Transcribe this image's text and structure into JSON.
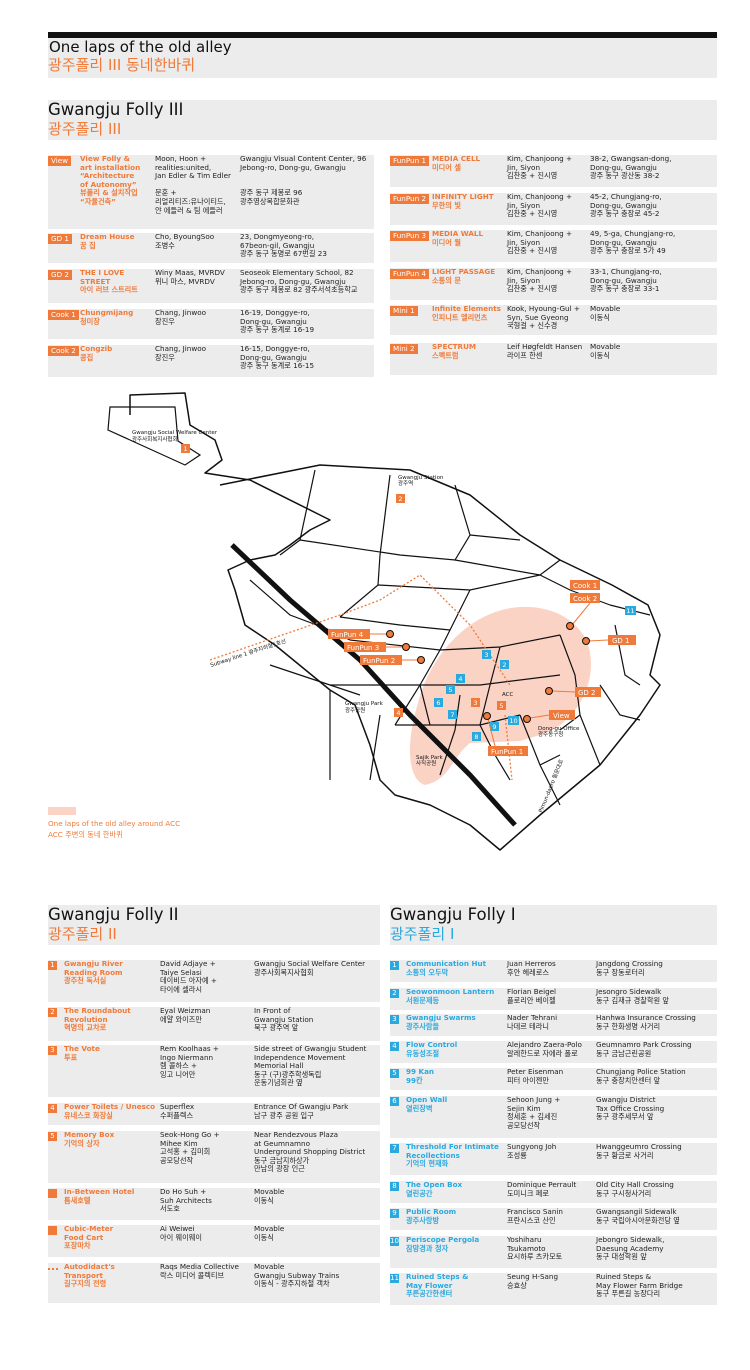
{
  "header": {
    "title_en": "One laps of the old alley",
    "title_ko": "광주폴리 III 동네한바퀴"
  },
  "folly3": {
    "title_en": "Gwangju Folly III",
    "title_ko": "광주폴리 III",
    "left": [
      {
        "tag": "View",
        "title": "View Folly &\nart installation\n“Architecture\nof Autonomy”\n뷰폴리 & 설치작업\n“자율건축”",
        "people": "Moon, Hoon +\nrealities:united,\nJan Edler & Tim Edler\n\n문훈 +\n리얼리티즈:유나이티드,\n얀 에들러 & 팀 에들러",
        "place": "Gwangju Visual Content Center, 96\nJebong-ro, Dong-gu, Gwangju\n\n\n광주 동구 제봉로 96\n광주영상복합문화관"
      },
      {
        "tag": "GD 1",
        "title": "Dream House\n꿈 집",
        "people": "Cho, ByoungSoo\n조병수",
        "place": "23, Dongmyeong-ro,\n67beon-gil, Gwangju\n광주 동구 동명로 67번길 23"
      },
      {
        "tag": "GD 2",
        "title": "THE I LOVE STREET\n아이 러브 스트리트",
        "people": "Winy Maas, MVRDV\n위니 마스, MVRDV",
        "place": "Seoseok Elementary School, 82\nJebong-ro, Dong-gu, Gwangju\n광주 동구 제봉로 82 광주서석초등학교"
      },
      {
        "tag": "Cook 1",
        "title": "Chungmijang\n청미장",
        "people": "Chang, Jinwoo\n장진우",
        "place": "16-19, Donggye-ro,\nDong-gu, Gwangju\n광주 동구 동계로 16-19"
      },
      {
        "tag": "Cook 2",
        "title": "Congzib\n콩집",
        "people": "Chang, Jinwoo\n장진우",
        "place": "16-15, Donggye-ro,\nDong-gu, Gwangju\n광주 동구 동계로 16-15"
      }
    ],
    "right": [
      {
        "tag": "FunPun 1",
        "title": "MEDIA CELL\n미디어 셀",
        "people": "Kim, Chanjoong +\nJin, Siyon\n김찬중 + 진시영",
        "place": "38-2, Gwangsan-dong,\nDong-gu, Gwangju\n광주 동구 광산동 38-2"
      },
      {
        "tag": "FunPun 2",
        "title": "INFINITY LIGHT\n무한의 빛",
        "people": "Kim, Chanjoong +\nJin, Siyon\n김찬중 + 진시영",
        "place": "45-2, Chungjang-ro,\nDong-gu, Gwangju\n광주 동구 충장로 45-2"
      },
      {
        "tag": "FunPun 3",
        "title": "MEDIA WALL\n미디어 월",
        "people": "Kim, Chanjoong +\nJin, Siyon\n김찬중 + 진시영",
        "place": "49, 5-ga, Chungjang-ro,\nDong-gu, Gwangju\n광주 동구 충장로 5가 49"
      },
      {
        "tag": "FunPun 4",
        "title": "LIGHT PASSAGE\n소통의 문",
        "people": "Kim, Chanjoong +\nJin, Siyon\n김찬중 + 진시영",
        "place": "33-1, Chungjang-ro,\nDong-gu, Gwangju\n광주 동구 충장로 33-1"
      },
      {
        "tag": "Mini 1",
        "title": "Infinite Elements\n인피니트 엘리먼츠",
        "people": "Kook, Hyoung-Gul +\nSyn, Sue Gyeong\n국형걸 + 신수경",
        "place": "Movable\n이동식"
      },
      {
        "tag": "Mini 2",
        "title": "SPECTRUM\n스펙트럼",
        "people": "Leif Høgfeldt Hansen\n라이프 한센",
        "place": "Movable\n이동식"
      }
    ]
  },
  "map": {
    "labels": {
      "social_en": "Gwangju Social Welfare Center",
      "social_ko": "광주사회복지사협회",
      "station_en": "Gwangju Station",
      "station_ko": "광주역",
      "subway": "Subway line 1 광주지하철1호선",
      "park_en": "Gwangju Park",
      "park_ko": "광주공원",
      "sajik_en": "Sajik Park",
      "sajik_ko": "사직공원",
      "acc": "ACC",
      "dongu_en": "Dong-gu Office",
      "dongu_ko": "광주동구청",
      "pimun": "Pimun-daero 필문대로",
      "legend_en": "One laps of the old alley around ACC",
      "legend_ko": "ACC 주변의 동네 한바퀴"
    },
    "callouts": [
      "Cook 1",
      "Cook 2",
      "GD 1",
      "GD 2",
      "View",
      "FunPun 1",
      "FunPun 2",
      "FunPun 3",
      "FunPun 4"
    ],
    "numbers": {
      "orange": [
        "1",
        "2",
        "3",
        "4",
        "5"
      ],
      "blue": [
        "1",
        "2",
        "3",
        "4",
        "5",
        "6",
        "7",
        "8",
        "9",
        "10",
        "11"
      ]
    }
  },
  "folly2": {
    "title_en": "Gwangju Folly II",
    "title_ko": "광주폴리 II",
    "items": [
      {
        "mark": "1",
        "title": "Gwangju River\nReading Room\n광주천 독서실",
        "people": "David Adjaye +\nTaiye Selasi\n데이비드 아자예 +\n타이에 셀라시",
        "place": "Gwangju Social Welfare Center\n광주사회복지사협회"
      },
      {
        "mark": "2",
        "title": "The Roundabout\nRevolution\n혁명의 교차로",
        "people": "Eyal Weizman\n에얄 와이즈만",
        "place": "In Front of\nGwangju Station\n북구 광주역 앞"
      },
      {
        "mark": "3",
        "title": "The Vote\n투표",
        "people": "Rem Koolhaas +\nIngo Niermann\n렘 콜하스 +\n잉고 니어만",
        "place": "Side street of Gwangju Student\nIndependence Movement\nMemorial Hall\n동구 (구)광주학생독립\n운동기념회관 옆"
      },
      {
        "mark": "4",
        "title": "Power Toilets / Unesco\n유네스코 화장실",
        "people": "Superflex\n수퍼플렉스",
        "place": "Entrance Of Gwangju Park\n남구 광주 공원 입구"
      },
      {
        "mark": "5",
        "title": "Memory Box\n기억의 상자",
        "people": "Seok-Hong Go +\nMihee Kim\n고석홍 + 김미희\n공모당선작",
        "place": "Near Rendezvous Plaza\nat Geumnamno\nUnderground Shopping District\n동구 금남지하상가\n만남의 광장 인근"
      },
      {
        "mark": "sq",
        "title": "In-Between Hotel\n틈새호텔",
        "people": "Do Ho Suh +\nSuh Architects\n서도호",
        "place": "Movable\n이동식"
      },
      {
        "mark": "sq",
        "title": "Cubic-Meter\nFood Cart\n포장마차",
        "people": "Ai Weiwei\n아이 웨이웨이",
        "place": "Movable\n이동식"
      },
      {
        "mark": "dots",
        "title": "Autodidact's\nTransport\n길구지의 전령",
        "people": "Raqs Media Collective\n락스 미디어 콜렉티브",
        "place": "Movable\nGwangju Subway Trains\n이동식 - 광주지하철 객차"
      }
    ]
  },
  "folly1": {
    "title_en": "Gwangju Folly I",
    "title_ko": "광주폴리 I",
    "items": [
      {
        "mark": "1",
        "title": "Communication Hut\n소통의 오두막",
        "people": "Juan Herreros\n후안 헤레로스",
        "place": "Jangdong Crossing\n동구 장동로터리"
      },
      {
        "mark": "2",
        "title": "Seowonmoon Lantern\n서원문제등",
        "people": "Florian Beigel\n플로리안 베이젤",
        "place": "Jesongro Sidewalk\n동구 김재규 경찰학원 앞"
      },
      {
        "mark": "3",
        "title": "Gwangju Swarms\n광주사람들",
        "people": "Nader Tehrani\n나데르 테라니",
        "place": "Hanhwa Insurance Crossing\n동구 한화생명 사거리"
      },
      {
        "mark": "4",
        "title": "Flow Control\n유동성조절",
        "people": "Alejandro Zaera-Polo\n알레한드로 자에라 폴로",
        "place": "Geumnamro Park Crossing\n동구 금남근린공원"
      },
      {
        "mark": "5",
        "title": "99 Kan\n99칸",
        "people": "Peter Eisenman\n피터 아이젠만",
        "place": "Chungjang Police Station\n동구 충장치안센터 앞"
      },
      {
        "mark": "6",
        "title": "Open Wall\n열린장벽",
        "people": "Sehoon Jung +\nSejin Kim\n정세훈 + 김세진\n공모당선작",
        "place": "Gwangju District\nTax Office Crossing\n동구 광주세무서 앞"
      },
      {
        "mark": "7",
        "title": "Threshold For Intimate\nRecollections\n기억의 현재화",
        "people": "Sungyong Joh\n조성룡",
        "place": "Hwanggeumro Crossing\n동구 황금로 사거리"
      },
      {
        "mark": "8",
        "title": "The Open Box\n열린공간",
        "people": "Dominique Perrault\n도미니크 페로",
        "place": "Old City Hall Crossing\n동구 구시청사거리"
      },
      {
        "mark": "9",
        "title": "Public Room\n광주사랑방",
        "people": "Francisco Sanin\n프란시스코 산인",
        "place": "Gwangsangil Sidewalk\n동구 국립아시아문화전당 옆"
      },
      {
        "mark": "10",
        "title": "Periscope Pergola\n잠망경과 정자",
        "people": "Yoshiharu\nTsukamoto\n요시하루 츠카모토",
        "place": "Jebongro Sidewalk,\nDaesung Academy\n동구 대성학원 앞"
      },
      {
        "mark": "11",
        "title": "Ruined Steps &\nMay Flower\n푸른공간한센터",
        "people": "Seung H-Sang\n승효상",
        "place": "Ruined Steps &\nMay Flower Farm Bridge\n동구 푸른길 농장다리"
      }
    ]
  },
  "colors": {
    "orange": "#f07a3a",
    "blue": "#2aa9df",
    "pink": "#fbd3c5",
    "gray": "#ececec"
  }
}
